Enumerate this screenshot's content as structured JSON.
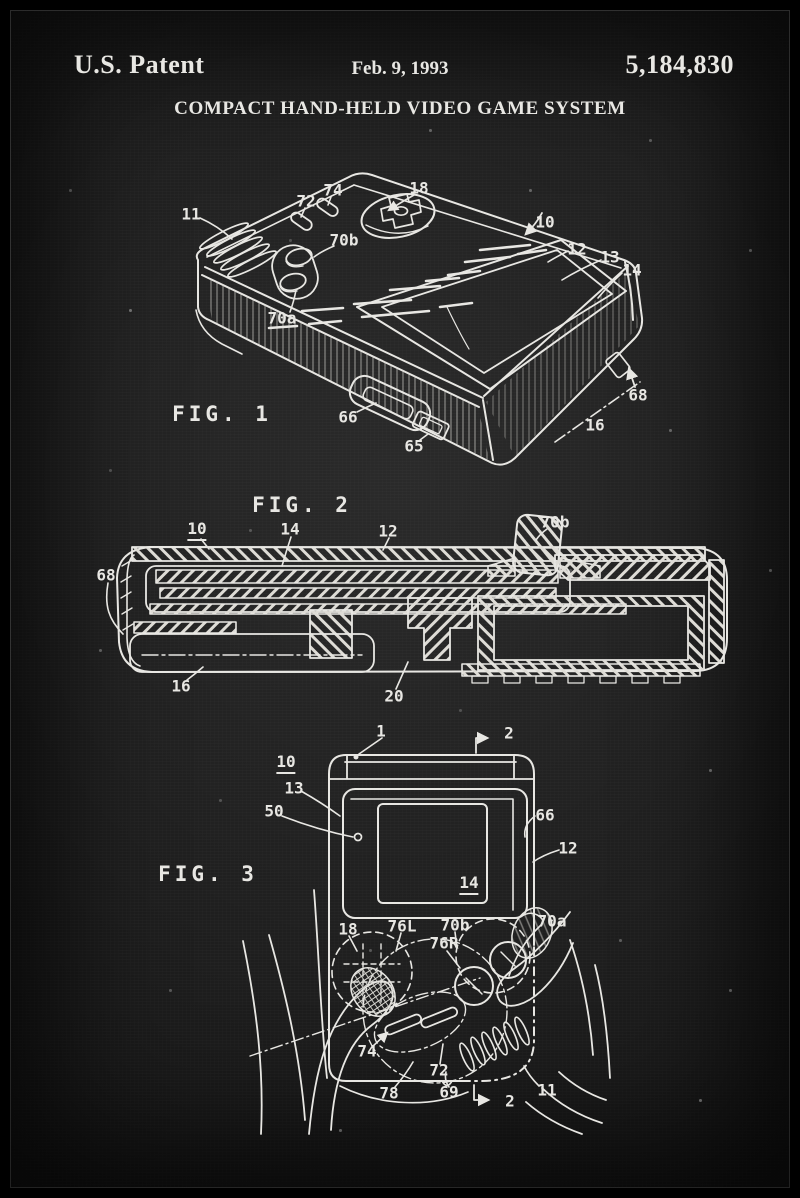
{
  "poster": {
    "header": {
      "publication": "U.S. Patent",
      "date": "Feb. 9, 1993",
      "number": "5,184,830"
    },
    "title": "COMPACT HAND-HELD VIDEO GAME SYSTEM"
  },
  "colors": {
    "background": "#1f1f1f",
    "ink": "#e8e7e3",
    "frame": "#000000"
  },
  "figures": {
    "fig1": {
      "caption": "FIG. 1",
      "labels": [
        "11",
        "72",
        "74",
        "18",
        "10",
        "70b",
        "12",
        "13",
        "14",
        "70a",
        "68",
        "16",
        "66",
        "65"
      ]
    },
    "fig2": {
      "caption": "FIG. 2",
      "labels": [
        "10",
        "14",
        "12",
        "70b",
        "68",
        "16",
        "20"
      ]
    },
    "fig3": {
      "caption": "FIG. 3",
      "labels": [
        "1",
        "2",
        "10",
        "13",
        "50",
        "66",
        "12",
        "14",
        "70a",
        "18",
        "76L",
        "70b",
        "76R",
        "74",
        "72",
        "78",
        "69",
        "2",
        "11"
      ]
    }
  }
}
